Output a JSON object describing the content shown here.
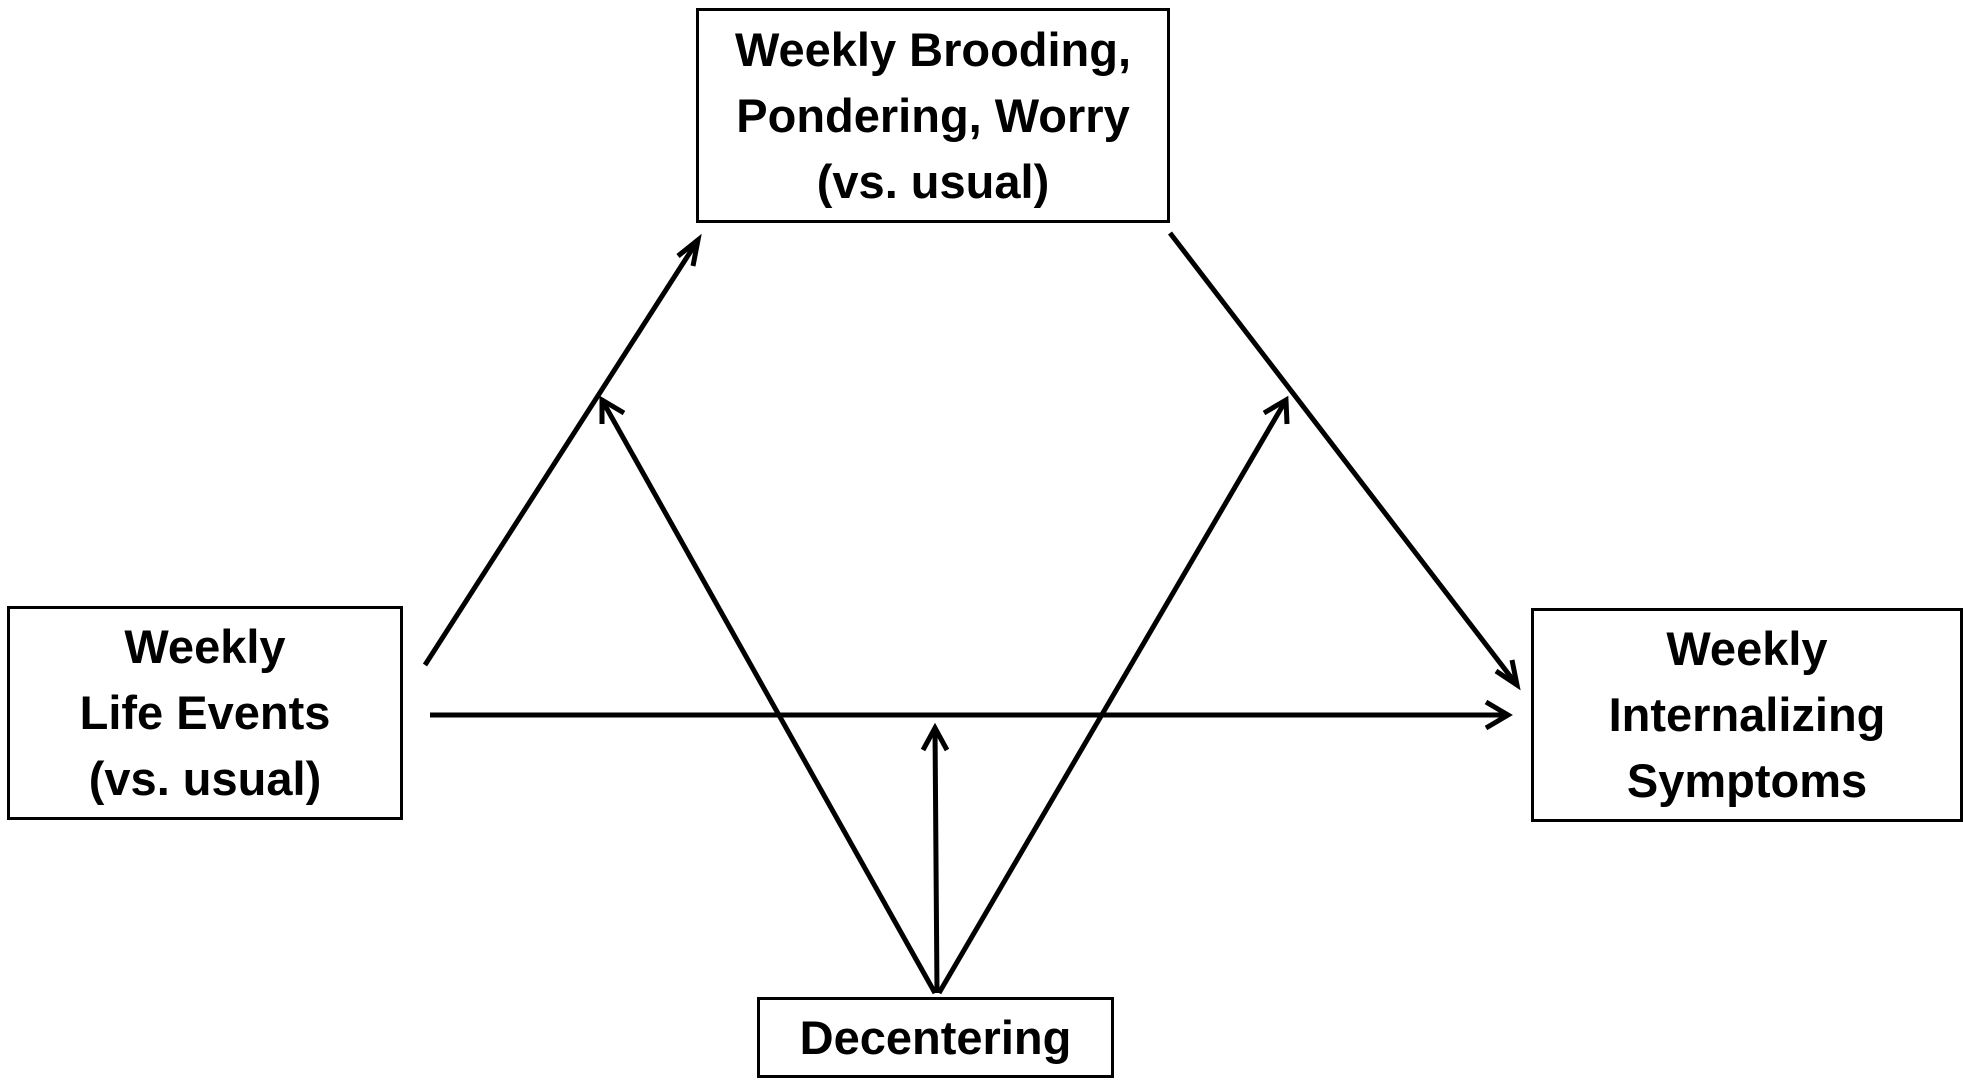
{
  "nodes": {
    "mediator": {
      "lines": [
        "Weekly Brooding,",
        "Pondering, Worry",
        "(vs. usual)"
      ]
    },
    "predictor": {
      "lines": [
        "Weekly",
        "Life Events",
        "(vs. usual)"
      ]
    },
    "outcome": {
      "lines": [
        "Weekly",
        "Internalizing",
        "Symptoms"
      ]
    },
    "moderator": {
      "label": "Decentering"
    }
  },
  "edges": [
    {
      "from": "predictor",
      "to": "mediator",
      "type": "direct"
    },
    {
      "from": "mediator",
      "to": "outcome",
      "type": "direct"
    },
    {
      "from": "predictor",
      "to": "outcome",
      "type": "direct"
    },
    {
      "from": "moderator",
      "to": "predictor-mediator path",
      "type": "moderation"
    },
    {
      "from": "moderator",
      "to": "mediator-outcome path",
      "type": "moderation"
    },
    {
      "from": "moderator",
      "to": "predictor-outcome path",
      "type": "moderation"
    }
  ],
  "colors": {
    "stroke": "#000000",
    "background": "#ffffff"
  }
}
